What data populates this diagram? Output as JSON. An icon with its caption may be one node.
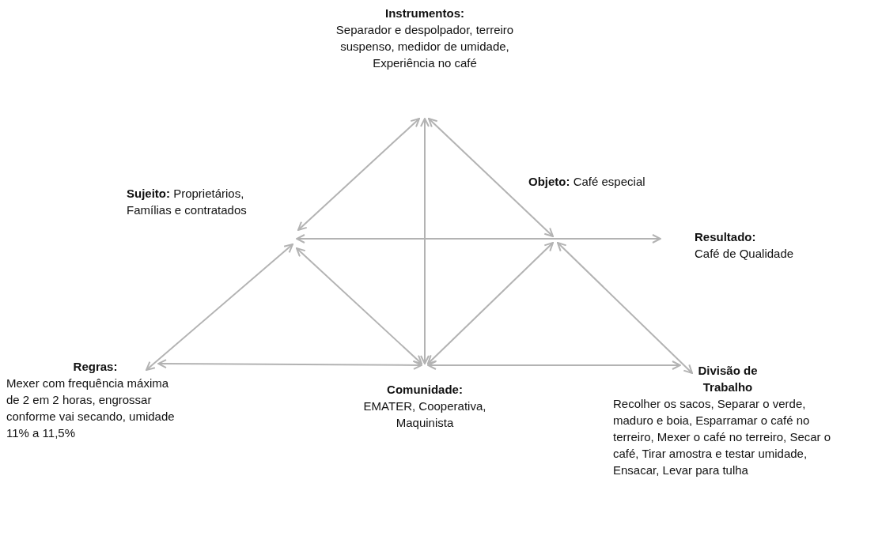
{
  "diagram": {
    "nodes": [
      {
        "text": [
          "Instrumentos:",
          "Separador e despolpador, terreiro suspenso, medidor de umidade, Experiência no café"
        ]
      },
      {
        "text": [
          "**Sujeito:** Proprietários, Famílias e contratados"
        ]
      },
      {
        "text": [
          "**Objeto:** Café especial"
        ]
      },
      {
        "text": [
          "Resultado:",
          "Café de Qualidade"
        ]
      },
      {
        "text": [
          "Regras:",
          "Mexer com frequência máxima de 2 em 2 horas, engrossar conforme vai secando, umidade 11% a 11,5%"
        ]
      },
      {
        "text": [
          "Comunidade:",
          "EMATER, Cooperativa, Maquinista"
        ]
      },
      {
        "text": [
          "Divisão de Trabalho",
          "Recolher os sacos, Separar o verde, maduro e boia, Esparramar o café no terreiro, Mexer o café no terreiro, Secar o café, Tirar amostra e testar umidade, Ensacar, Levar para tulha"
        ]
      }
    ],
    "edges": [
      {
        "from": 1,
        "to": 0,
        "arrow": "both"
      },
      {
        "from": 0,
        "to": 2,
        "arrow": "both"
      },
      {
        "from": 0,
        "to": 5,
        "arrow": "both"
      },
      {
        "from": 1,
        "to": 3,
        "arrow": "both"
      },
      {
        "from": 4,
        "to": 1,
        "arrow": "both"
      },
      {
        "from": 1,
        "to": 5,
        "arrow": "both"
      },
      {
        "from": 5,
        "to": 2,
        "arrow": "both"
      },
      {
        "from": 2,
        "to": 6,
        "arrow": "both"
      },
      {
        "from": 4,
        "to": 5,
        "arrow": "both"
      },
      {
        "from": 5,
        "to": 6,
        "arrow": "both"
      }
    ]
  }
}
